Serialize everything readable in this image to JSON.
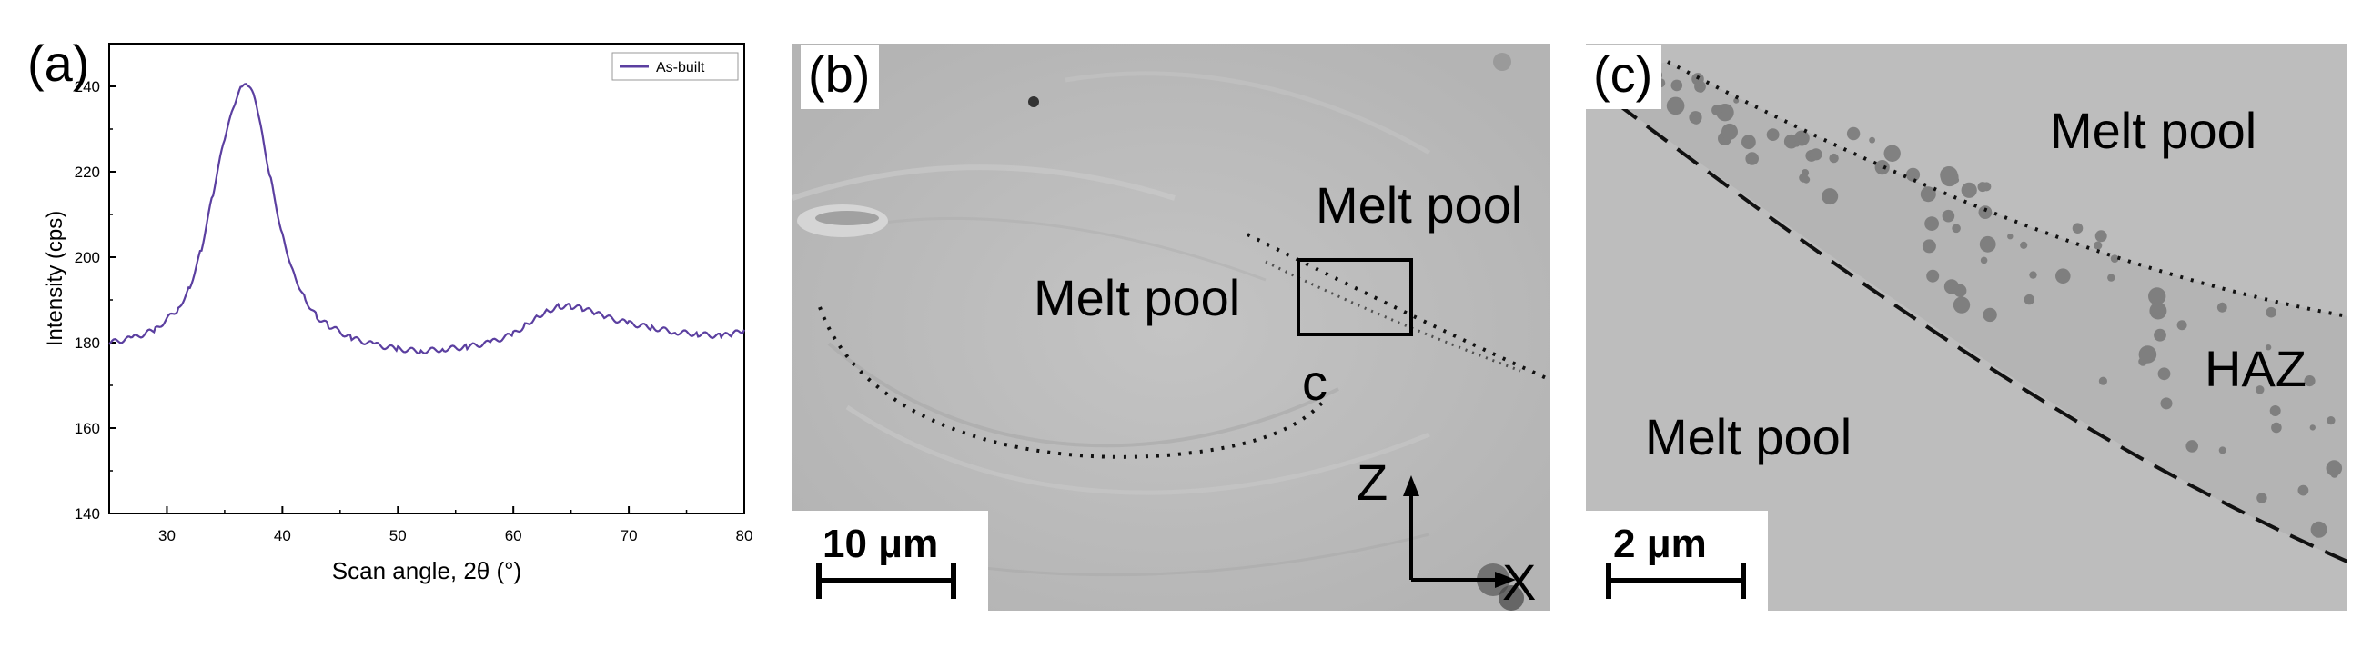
{
  "panels": {
    "a": {
      "letter": "(a)"
    },
    "b": {
      "letter": "(b)",
      "label_melt_pool_upper": "Melt pool",
      "label_melt_pool_left": "Melt pool",
      "label_c": "c",
      "axis_z": "Z",
      "axis_x": "X",
      "scale_text": "10 μm"
    },
    "c": {
      "letter": "(c)",
      "label_melt_pool_upper": "Melt pool",
      "label_melt_pool_lower": "Melt pool",
      "label_haz": "HAZ",
      "scale_text": "2 μm"
    }
  },
  "chart_data": {
    "type": "line",
    "xlabel": "Scan angle, 2θ (°)",
    "ylabel": "Intensity (cps)",
    "xlim": [
      25,
      80
    ],
    "ylim": [
      140,
      250
    ],
    "xticks": [
      30,
      40,
      50,
      60,
      70,
      80
    ],
    "yticks": [
      140,
      160,
      180,
      200,
      220,
      240
    ],
    "legend_position": "top-right",
    "series": [
      {
        "name": "As-built",
        "color": "#5b3fa0",
        "x": [
          25,
          27,
          29,
          31,
          32,
          33,
          34,
          35,
          36,
          36.5,
          37,
          37.5,
          38,
          39,
          40,
          41,
          42,
          43,
          44,
          46,
          48,
          50,
          52,
          54,
          56,
          58,
          60,
          61,
          62,
          63,
          64,
          65,
          66,
          67,
          68,
          70,
          72,
          74,
          76,
          78,
          79,
          80
        ],
        "y": [
          180,
          181,
          183,
          188,
          193,
          202,
          215,
          228,
          237,
          240,
          240,
          238,
          232,
          218,
          205,
          196,
          190,
          186,
          184,
          181,
          179.5,
          178.5,
          178,
          178.5,
          179,
          180,
          182,
          184,
          186,
          187.5,
          188.5,
          188.5,
          188,
          187,
          186,
          184.5,
          183.5,
          182.5,
          182,
          181.5,
          182,
          183
        ]
      }
    ]
  }
}
